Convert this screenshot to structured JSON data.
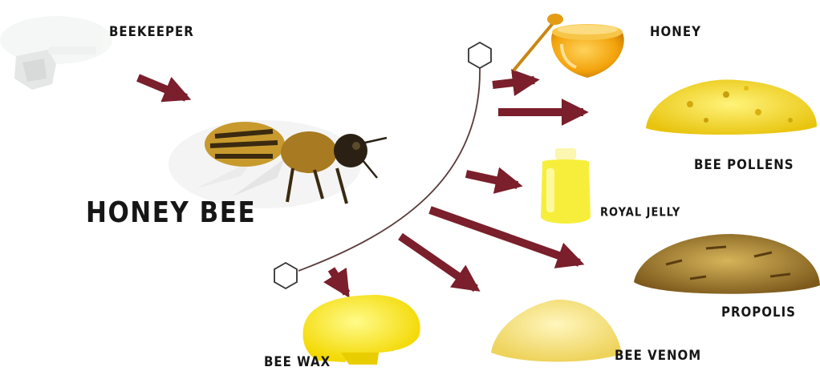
{
  "title": "HONEY BEE",
  "source": {
    "label": "BEEKEEPER"
  },
  "products": [
    {
      "id": "honey",
      "label": "HONEY"
    },
    {
      "id": "bee-pollens",
      "label": "BEE POLLENS"
    },
    {
      "id": "royal-jelly",
      "label": "ROYAL JELLY"
    },
    {
      "id": "propolis",
      "label": "PROPOLIS"
    },
    {
      "id": "bee-venom",
      "label": "BEE VENOM"
    },
    {
      "id": "bee-wax",
      "label": "BEE WAX"
    }
  ],
  "colors": {
    "arrow": "#7a1f2b",
    "honey": "#f2a20a",
    "pollen": "#f2d81e",
    "jelly": "#f7ee3c",
    "wax": "#f6e400",
    "propolis": "#b8902e",
    "venom": "#f4e27a",
    "text": "#161616"
  }
}
